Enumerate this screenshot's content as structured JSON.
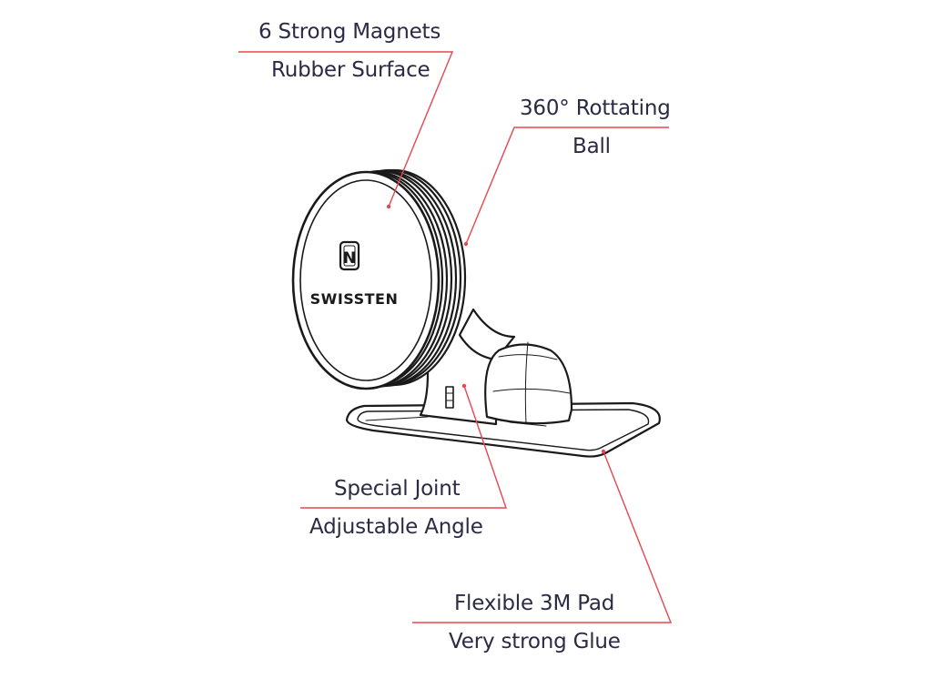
{
  "callouts": {
    "magnets": {
      "line1": "6 Strong Magnets",
      "line2": "Rubber Surface"
    },
    "ball": {
      "line1": "360° Rottating",
      "line2": "Ball"
    },
    "joint": {
      "line1": "Special Joint",
      "line2": "Adjustable Angle"
    },
    "pad": {
      "line1": "Flexible 3M Pad",
      "line2": "Very strong Glue"
    }
  },
  "logo": {
    "text": "SWISSTEN",
    "monogram": "N"
  },
  "colors": {
    "leader": "#e8454f",
    "outline": "#1a1a1a",
    "text": "#2b2b45",
    "background": "#ffffff"
  }
}
